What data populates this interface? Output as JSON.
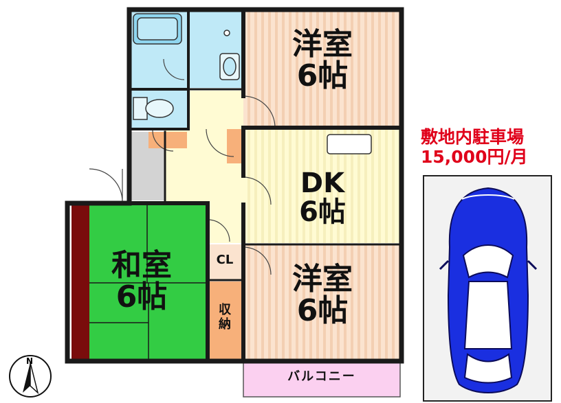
{
  "rooms": {
    "western_top": {
      "name": "洋室",
      "size": "6帖"
    },
    "dk": {
      "name": "DK",
      "size": "6帖"
    },
    "washitsu": {
      "name": "和室",
      "size": "6帖"
    },
    "western_bottom": {
      "name": "洋室",
      "size": "6帖"
    },
    "closet": {
      "name": "CL"
    },
    "storage": {
      "line1": "収",
      "line2": "納"
    },
    "balcony": {
      "name": "バルコニー"
    }
  },
  "parking": {
    "line1": "敷地内駐車場",
    "line2": "15,000円/月"
  },
  "compass": {
    "north": "N"
  },
  "colors": {
    "wall": "#1a1a1a",
    "western_floor": "#fbe3cf",
    "western_stripe": "#f0c9aa",
    "dk_floor": "#fffbd3",
    "tatami": "#33cc44",
    "tokonoma": "#7a0c0c",
    "wet_area": "#bfe9f7",
    "storage": "#f7b07a",
    "hall_gray": "#d3d3d3",
    "balcony": "#fbd0f0",
    "car_body": "#1a2fe0",
    "parking_bg": "#f2f2f2",
    "parking_text": "#e0001a"
  }
}
